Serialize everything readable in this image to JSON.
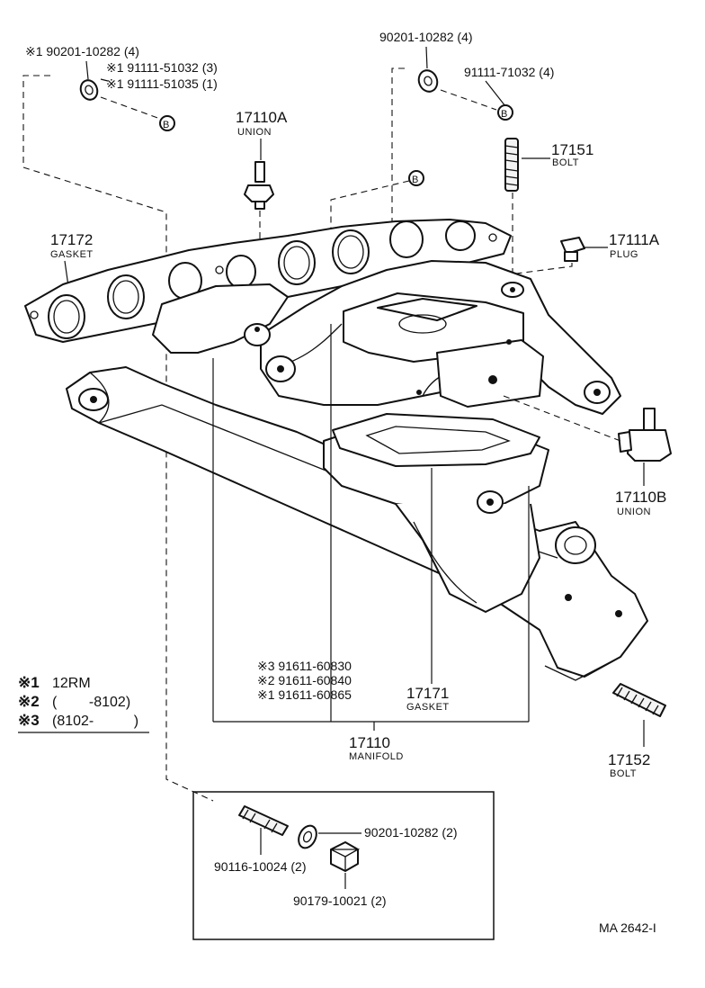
{
  "labels": {
    "tl_washer": "※1 90201-10282 (4)",
    "tl_bolt_a": "※1 91111-51032 (3)",
    "tl_bolt_b": "※1 91111-51035 (1)",
    "top_washer": "90201-10282 (4)",
    "top_bolt": "91111-71032 (4)",
    "union_a_num": "17110A",
    "union_a_cap": "UNION",
    "bolt_17151_num": "17151",
    "bolt_17151_cap": "BOLT",
    "gasket_17172_num": "17172",
    "gasket_17172_cap": "GASKET",
    "plug_num": "17111A",
    "plug_cap": "PLUG",
    "union_b_num": "17110B",
    "union_b_cap": "UNION",
    "manifold_pn_3": "※3 91611-60830",
    "manifold_pn_2": "※2 91611-60840",
    "manifold_pn_1": "※1 91611-60865",
    "gasket_17171_num": "17171",
    "gasket_17171_cap": "GASKET",
    "manifold_num": "17110",
    "manifold_cap": "MANIFOLD",
    "bolt_17152_num": "17152",
    "bolt_17152_cap": "BOLT",
    "stud_pn": "90116-10024 (2)",
    "washer_pn": "90201-10282 (2)",
    "nut_pn": "90179-10021 (2)",
    "ref_code": "MA 2642-I",
    "ref_b": "B"
  },
  "legend": [
    {
      "mark": "※1",
      "text": "12RM"
    },
    {
      "mark": "※2",
      "text": "(        -8102)"
    },
    {
      "mark": "※3",
      "text": "(8102-          )"
    }
  ]
}
